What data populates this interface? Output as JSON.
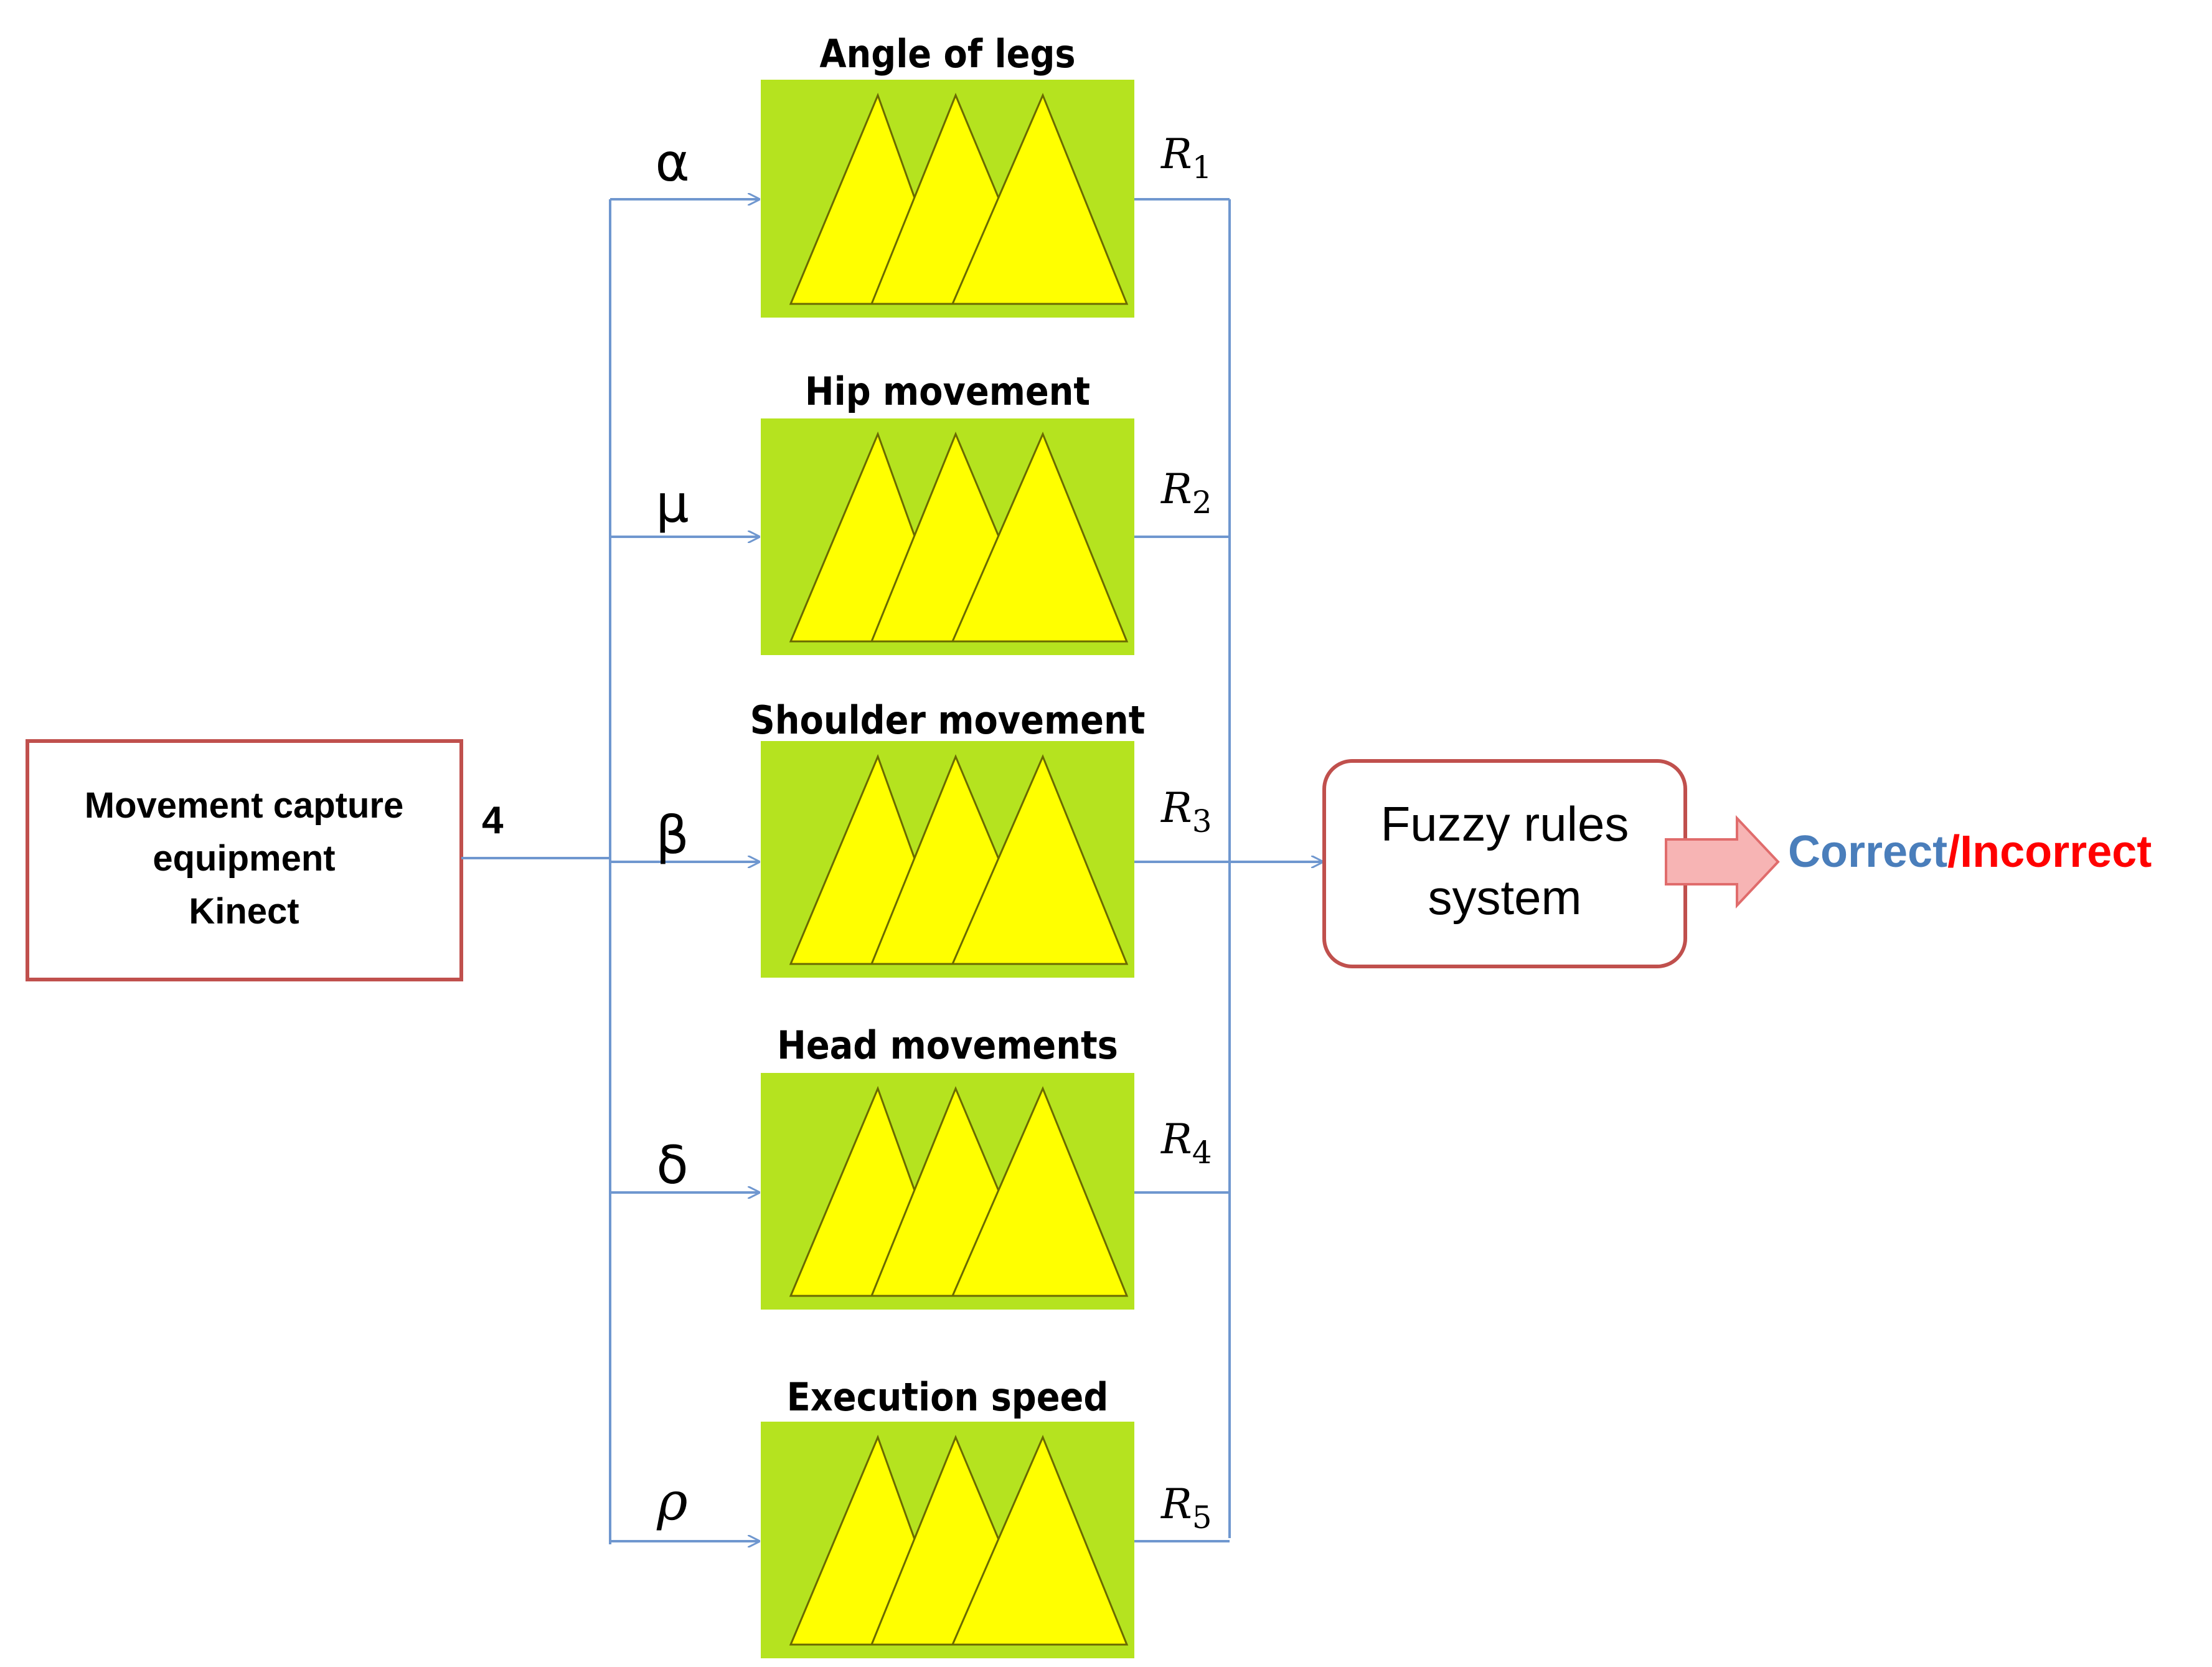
{
  "source_box": {
    "lines": [
      "Movement capture",
      "equipment",
      "Kinect"
    ]
  },
  "source_output_label": "4",
  "blocks": [
    {
      "title": "Angle of legs",
      "input": "α",
      "output_var": "R",
      "output_sub": "1"
    },
    {
      "title": "Hip movement",
      "input": "μ",
      "output_var": "R",
      "output_sub": "2"
    },
    {
      "title": "Shoulder  movement",
      "input": "β",
      "output_var": "R",
      "output_sub": "3"
    },
    {
      "title": "Head movements",
      "input": "δ",
      "output_var": "R",
      "output_sub": "4"
    },
    {
      "title": "Execution  speed",
      "input": "ρ",
      "output_var": "R",
      "output_sub": "5"
    }
  ],
  "rules_box": {
    "lines": [
      "Fuzzy rules",
      "system"
    ]
  },
  "result": {
    "correct": "Correct",
    "separator": "/",
    "incorrect": "Incorrect"
  },
  "colors": {
    "line": "#6f97cf",
    "box_border": "#c0504d",
    "block_fill": "#b5e31f",
    "triangle_fill": "#ffff00",
    "triangle_stroke": "#6a6a00",
    "arrow_fill": "#f7b4b4",
    "arrow_stroke": "#e06c6c",
    "correct": "#4a7ebb",
    "incorrect": "#ff0000",
    "text": "#000000"
  }
}
